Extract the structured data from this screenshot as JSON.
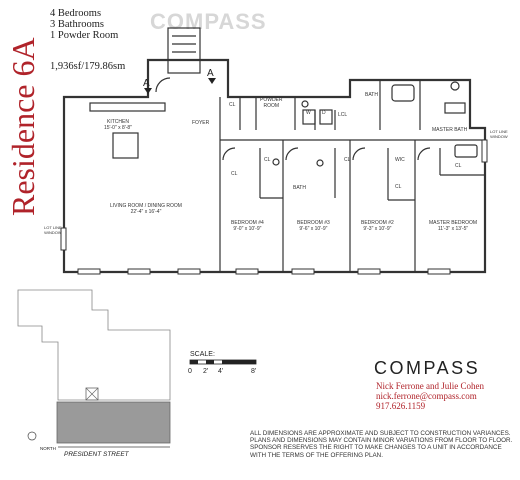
{
  "residence": {
    "title": "Residence 6A"
  },
  "stats": {
    "bedrooms": "4 Bedrooms",
    "bathrooms": "3 Bathrooms",
    "powder": "1 Powder Room",
    "area": "1,936sf/179.86sm"
  },
  "watermark": "COMPASS",
  "rooms": {
    "kitchen": "KITCHEN",
    "kitchen_dim": "15'-0\" x 8'-8\"",
    "living": "LIVING ROOM / DINING ROOM",
    "living_dim": "22'-4\" x 16'-4\"",
    "foyer": "FOYER",
    "powder": "POWDER\nROOM",
    "bath": "BATH",
    "bath2": "BATH",
    "master_bath": "MASTER BATH",
    "wic": "WIC",
    "bed4": "BEDROOM #4",
    "bed4_dim": "9'-0\" x 10'-9\"",
    "bed3": "BEDROOM #3",
    "bed3_dim": "9'-6\" x 10'-9\"",
    "bed2": "BEDROOM #2",
    "bed2_dim": "9'-3\" x 10'-9\"",
    "master": "MASTER BEDROOM",
    "master_dim": "11'-3\" x 13'-5\"",
    "cl": "CL",
    "lcl": "LCL",
    "w": "W",
    "d": "D",
    "lot_line_left": "LOT LINE\nWINDOW",
    "lot_line_right": "LOT LINE\nWINDOW",
    "section_marker": "A"
  },
  "scale": {
    "label": "SCALE:",
    "ticks": [
      "0",
      "2'",
      "4'",
      "8'"
    ]
  },
  "keyplan": {
    "street": "PRESIDENT STREET",
    "north": "NORTH"
  },
  "broker": {
    "brand": "COMPASS",
    "names": "Nick Ferrone and Julie Cohen",
    "email": "nick.ferrone@compass.com",
    "phone": "917.626.1159"
  },
  "disclaimer": "ALL DIMENSIONS ARE APPROXIMATE AND SUBJECT TO CONSTRUCTION VARIANCES. PLANS AND DIMENSIONS MAY CONTAIN MINOR VARIATIONS FROM FLOOR TO FLOOR. SPONSOR RESERVES THE RIGHT TO MAKE CHANGES TO A UNIT IN ACCORDANCE WITH THE TERMS OF THE OFFERING PLAN.",
  "colors": {
    "title_red": "#b0232a",
    "wall": "#333333",
    "keyplan_fill": "#9a9a9a"
  }
}
